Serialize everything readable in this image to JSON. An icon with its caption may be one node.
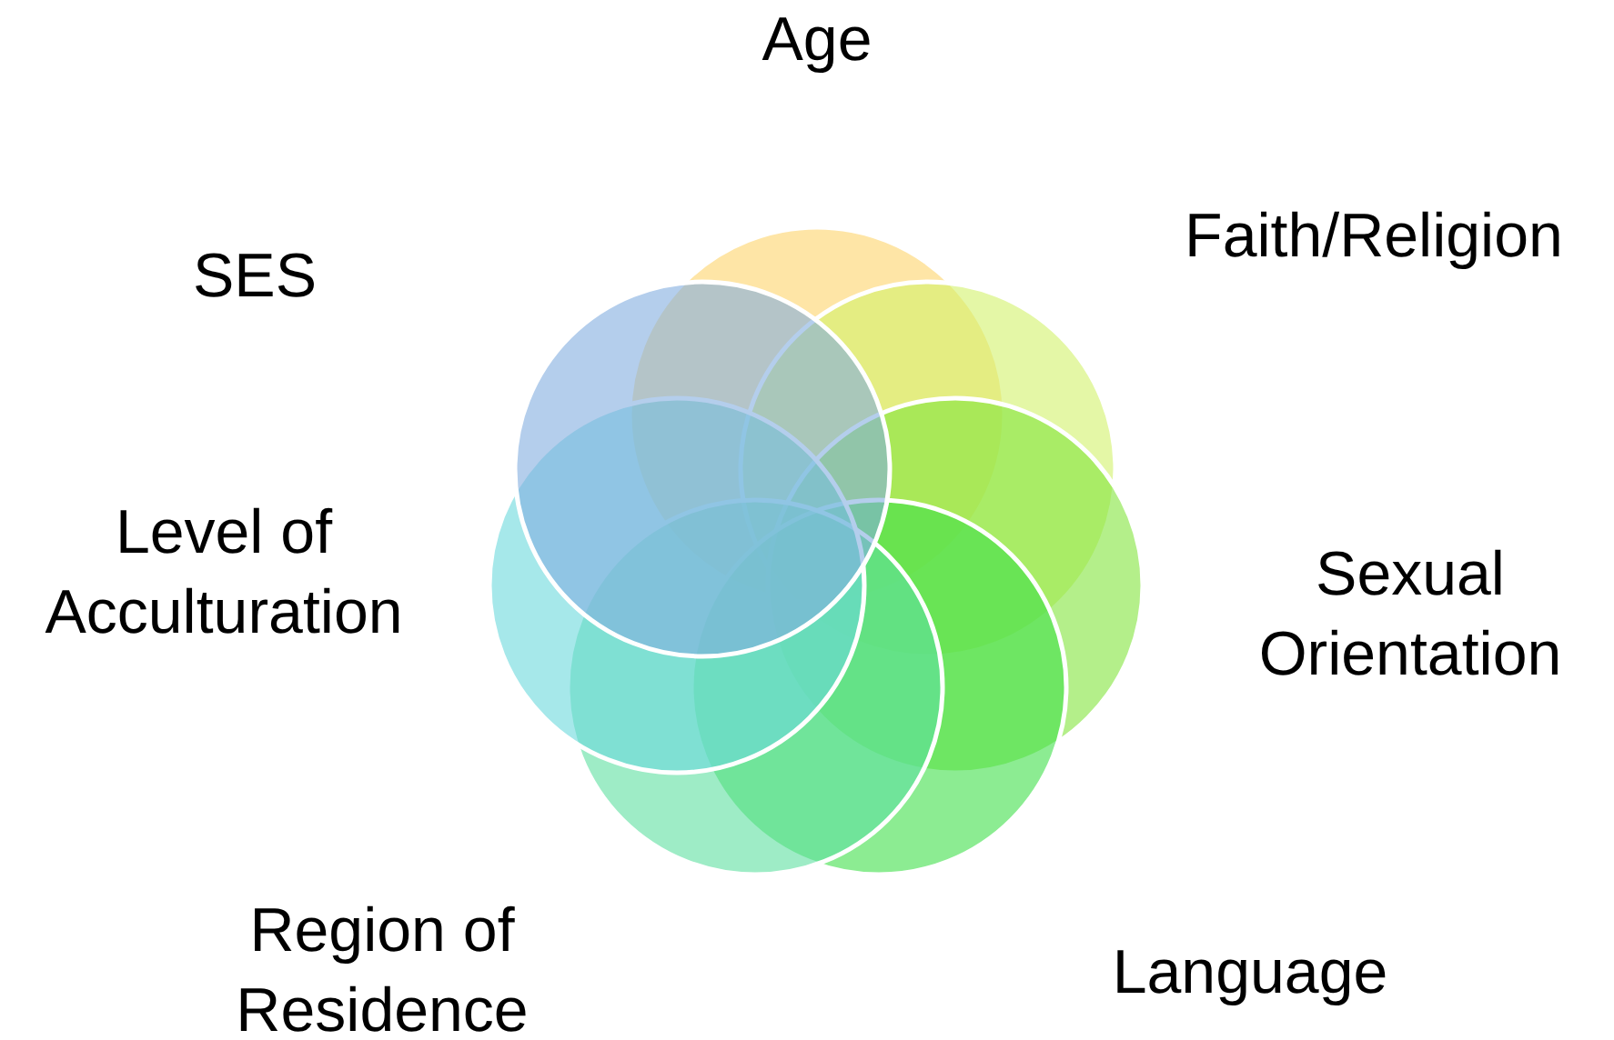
{
  "diagram": {
    "nodes": [
      {
        "text": [
          "Age"
        ]
      },
      {
        "text": [
          "Faith/Religion"
        ]
      },
      {
        "text": [
          "Sexual Orientation"
        ]
      },
      {
        "text": [
          "Language"
        ]
      },
      {
        "text": [
          "Region of Residence"
        ]
      },
      {
        "text": [
          "Level of Acculturation"
        ]
      },
      {
        "text": [
          "SES"
        ]
      }
    ]
  }
}
